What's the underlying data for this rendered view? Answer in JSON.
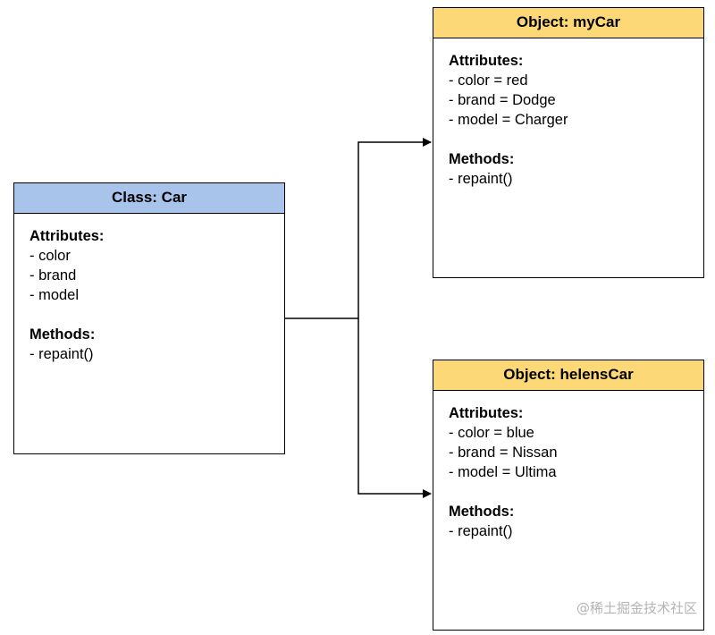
{
  "diagram": {
    "class_box": {
      "title": "Class: Car",
      "attributes_heading": "Attributes:",
      "attributes": [
        "- color",
        "- brand",
        "- model"
      ],
      "methods_heading": "Methods:",
      "methods": [
        "- repaint()"
      ]
    },
    "objects": [
      {
        "title": "Object: myCar",
        "attributes_heading": "Attributes:",
        "attributes": [
          "- color = red",
          "- brand = Dodge",
          "- model = Charger"
        ],
        "methods_heading": "Methods:",
        "methods": [
          "- repaint()"
        ]
      },
      {
        "title": "Object: helensCar",
        "attributes_heading": "Attributes:",
        "attributes": [
          "- color = blue",
          "- brand = Nissan",
          "- model = Ultima"
        ],
        "methods_heading": "Methods:",
        "methods": [
          "- repaint()"
        ]
      }
    ],
    "colors": {
      "class_header": "#a9c4eb",
      "object_header": "#fcd876"
    }
  },
  "watermark": "@稀土掘金技术社区"
}
